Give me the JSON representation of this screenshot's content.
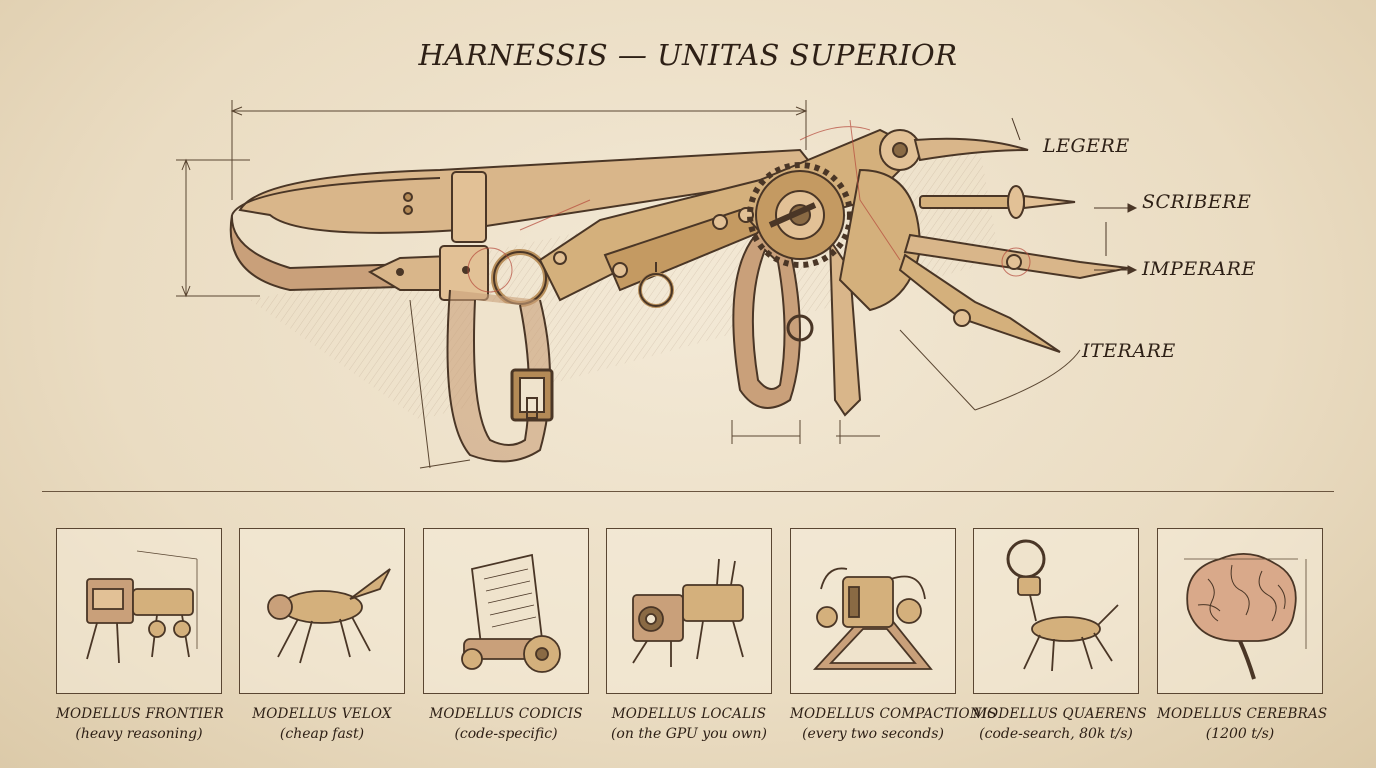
{
  "title": "HARNESSIS — UNITAS SUPERIOR",
  "verbs": {
    "legere": "LEGERE",
    "scribere": "SCRIBERE",
    "imperare": "IMPERARE",
    "iterare": "ITERARE"
  },
  "modules": [
    {
      "name": "MODELLUS FRONTIER",
      "desc": "(heavy reasoning)",
      "icon": "boxy-quadruped-robot-icon"
    },
    {
      "name": "MODELLUS VELOX",
      "desc": "(cheap fast)",
      "icon": "sleek-running-robot-icon"
    },
    {
      "name": "MODELLUS CODICIS",
      "desc": "(code-specific)",
      "icon": "scroll-on-wheels-icon"
    },
    {
      "name": "MODELLUS LOCALIS",
      "desc": "(on the GPU you own)",
      "icon": "camera-box-robot-icon"
    },
    {
      "name": "MODELLUS COMPACTIONIS",
      "desc": "(every two seconds)",
      "icon": "compactor-press-icon"
    },
    {
      "name": "MODELLUS QUAERENS",
      "desc": "(code-search, 80k t/s)",
      "icon": "magnifier-head-robot-icon"
    },
    {
      "name": "MODELLUS CEREBRAS",
      "desc": "(1200 t/s)",
      "icon": "brain-icon"
    }
  ],
  "colors": {
    "ink": "#3b2a1c",
    "leather": "#c9a27a",
    "brass": "#d4b07c",
    "redline": "#b5483a",
    "paper": "#efe3cc"
  }
}
